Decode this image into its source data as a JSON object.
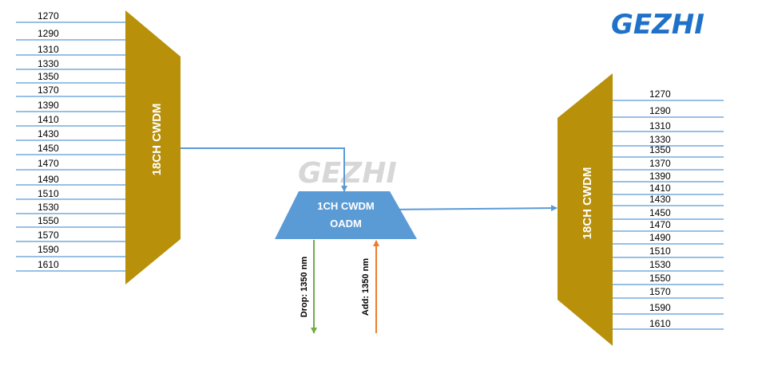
{
  "logo": {
    "text": "GEZHI",
    "color": "#1f72c8"
  },
  "watermark": {
    "text": "GEZHI",
    "color": "#d7d7d7"
  },
  "left_mux": {
    "label": "18CH CWDM",
    "fill": "#b8900a",
    "wavelengths": [
      "1270",
      "1290",
      "1310",
      "1330",
      "1350",
      "1370",
      "1390",
      "1410",
      "1430",
      "1450",
      "1470",
      "1490",
      "1510",
      "1530",
      "1550",
      "1570",
      "1590",
      "1610"
    ]
  },
  "right_mux": {
    "label": "18CH CWDM",
    "fill": "#b8900a",
    "wavelengths": [
      "1270",
      "1290",
      "1310",
      "1330",
      "1350",
      "1370",
      "1390",
      "1410",
      "1430",
      "1450",
      "1470",
      "1490",
      "1510",
      "1530",
      "1550",
      "1570",
      "1590",
      "1610"
    ]
  },
  "oadm": {
    "line1": "1CH CWDM",
    "line2": "OADM",
    "fill": "#5b9bd5",
    "drop_label": "Drop: 1350 nm",
    "add_label": "Add: 1350 nm",
    "drop_color": "#70ad47",
    "add_color": "#ed7d31"
  },
  "fiber_color": "#5b9bd5"
}
